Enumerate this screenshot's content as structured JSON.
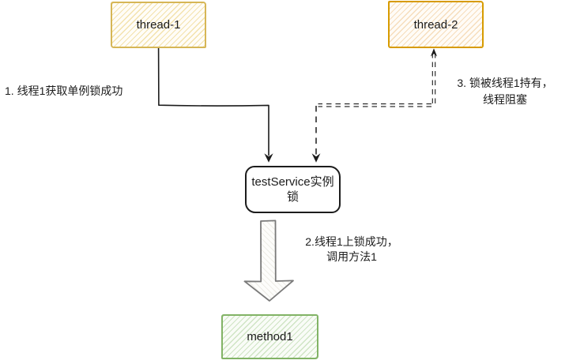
{
  "diagram": {
    "nodes": {
      "thread1": {
        "label": "thread-1"
      },
      "thread2": {
        "label": "thread-2"
      },
      "lock": {
        "label_line1": "testService实例",
        "label_line2": "锁"
      },
      "method1": {
        "label": "method1"
      }
    },
    "annotations": {
      "step1": {
        "text": "1. 线程1获取单例锁成功"
      },
      "step2": {
        "line1": "2.线程1上锁成功，",
        "line2": "调用方法1"
      },
      "step3": {
        "line1": "3. 锁被线程1持有，",
        "line2": "线程阻塞"
      }
    },
    "colors": {
      "thread1_border": "#d6b656",
      "thread1_fill_hatch": "#f3e2ad",
      "thread2_border": "#d79b00",
      "thread2_fill_hatch": "#f6ddbc",
      "method1_border": "#82b366",
      "method1_fill_hatch": "#cfe4c4",
      "lock_border": "#1c1c1c",
      "connector": "#1c1c1c",
      "big_arrow_outline": "#7a7a7a",
      "text": "#1c1c1c"
    }
  }
}
